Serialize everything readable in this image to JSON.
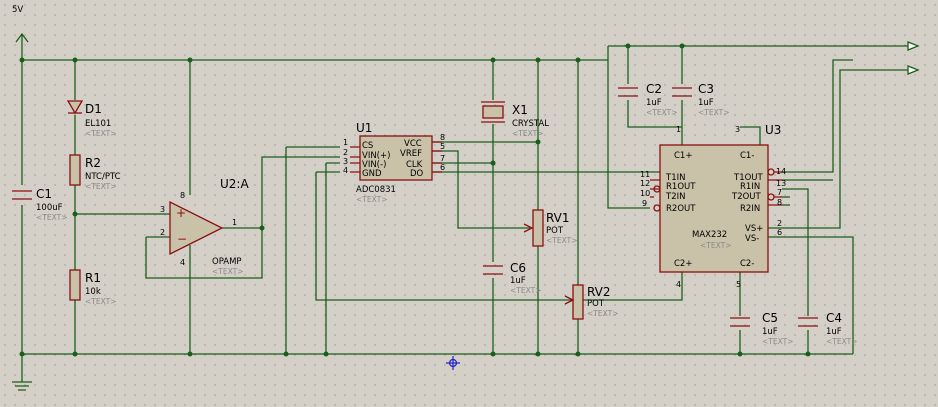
{
  "power": {
    "vcc_label": "5V"
  },
  "text_placeholder": "<TEXT>",
  "components": {
    "d1": {
      "ref": "D1",
      "value": "EL101"
    },
    "r2": {
      "ref": "R2",
      "value": "NTC/PTC"
    },
    "c1": {
      "ref": "C1",
      "value": "100uF"
    },
    "r1": {
      "ref": "R1",
      "value": "10k"
    },
    "u2": {
      "ref": "U2:A",
      "value": "OPAMP",
      "pins": {
        "in_plus": "3",
        "in_minus": "2",
        "out": "1",
        "vplus": "8",
        "vminus": "4"
      }
    },
    "u1": {
      "ref": "U1",
      "value": "ADC0831",
      "left_pins": [
        {
          "num": "1",
          "name": "CS"
        },
        {
          "num": "2",
          "name": "VIN(+)"
        },
        {
          "num": "3",
          "name": "VIN(-)"
        },
        {
          "num": "4",
          "name": "GND"
        }
      ],
      "right_pins": [
        {
          "num": "8",
          "name": "VCC"
        },
        {
          "num": "5",
          "name": "VREF"
        },
        {
          "num": "7",
          "name": "CLK"
        },
        {
          "num": "6",
          "name": "DO"
        }
      ]
    },
    "x1": {
      "ref": "X1",
      "value": "CRYSTAL"
    },
    "c6": {
      "ref": "C6",
      "value": "1uF"
    },
    "rv1": {
      "ref": "RV1",
      "value": "POT"
    },
    "rv2": {
      "ref": "RV2",
      "value": "POT"
    },
    "c2": {
      "ref": "C2",
      "value": "1uF"
    },
    "c3": {
      "ref": "C3",
      "value": "1uF"
    },
    "u3": {
      "ref": "U3",
      "value": "MAX232",
      "top_pins": [
        {
          "num": "1",
          "name": "C1+"
        },
        {
          "num": "3",
          "name": "C1-"
        }
      ],
      "bottom_pins": [
        {
          "num": "4",
          "name": "C2+"
        },
        {
          "num": "5",
          "name": "C2-"
        }
      ],
      "left_pins": [
        {
          "num": "11",
          "name": "T1IN"
        },
        {
          "num": "12",
          "name": "R1OUT"
        },
        {
          "num": "10",
          "name": "T2IN"
        },
        {
          "num": "9",
          "name": "R2OUT"
        }
      ],
      "right_pins": [
        {
          "num": "14",
          "name": "T1OUT"
        },
        {
          "num": "13",
          "name": "R1IN"
        },
        {
          "num": "7",
          "name": "T2OUT"
        },
        {
          "num": "8",
          "name": "R2IN"
        },
        {
          "num": "2",
          "name": "VS+"
        },
        {
          "num": "6",
          "name": "VS-"
        }
      ]
    },
    "c5": {
      "ref": "C5",
      "value": "1uF"
    },
    "c4": {
      "ref": "C4",
      "value": "1uF"
    }
  }
}
